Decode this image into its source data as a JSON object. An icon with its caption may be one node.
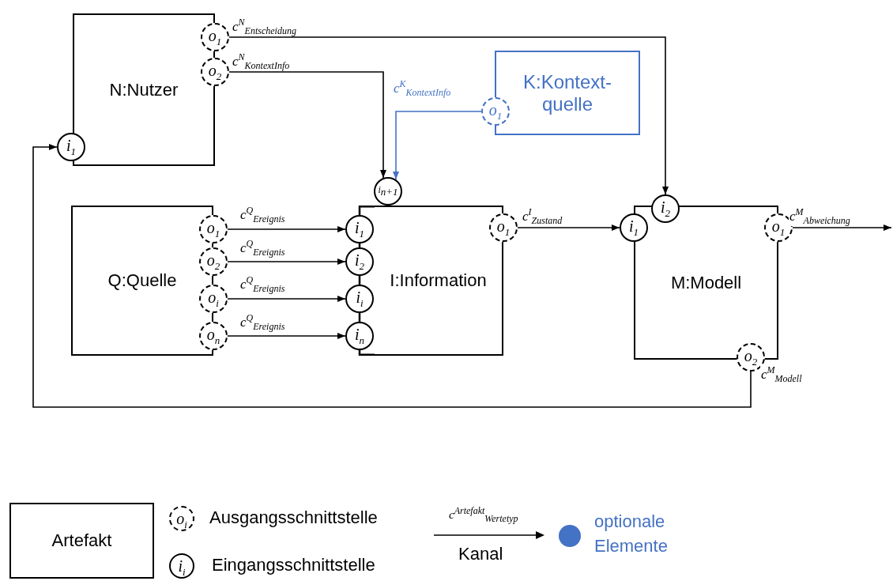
{
  "diagram": {
    "nodes": [
      {
        "text": [
          "N:Nutzer"
        ]
      },
      {
        "text": [
          "o$_{1}$"
        ]
      },
      {
        "text": [
          "o$_{2}$"
        ]
      },
      {
        "text": [
          "i$_{1}$"
        ]
      },
      {
        "text": [
          "K:Kontext-quelle"
        ]
      },
      {
        "text": [
          "o$_{1}$"
        ]
      },
      {
        "text": [
          "Q:Quelle"
        ]
      },
      {
        "text": [
          "o$_{1}$"
        ]
      },
      {
        "text": [
          "o$_{2}$"
        ]
      },
      {
        "text": [
          "o$_{i}$"
        ]
      },
      {
        "text": [
          "o$_{n}$"
        ]
      },
      {
        "text": [
          "I:Information"
        ]
      },
      {
        "text": [
          "i$_{n+1}$"
        ]
      },
      {
        "text": [
          "i$_{1}$"
        ]
      },
      {
        "text": [
          "i$_{2}$"
        ]
      },
      {
        "text": [
          "i$_{i}$"
        ]
      },
      {
        "text": [
          "i$_{n}$"
        ]
      },
      {
        "text": [
          "o$_{1}$"
        ]
      },
      {
        "text": [
          "M:Modell"
        ]
      },
      {
        "text": [
          "i$_{1}$"
        ]
      },
      {
        "text": [
          "i$_{2}$"
        ]
      },
      {
        "text": [
          "o$_{1}$"
        ]
      },
      {
        "text": [
          "o$_{2}$"
        ]
      },
      {
        "text": [
          "Artefakt"
        ]
      },
      {
        "text": [
          "o$_{i}$"
        ],
        "beside": [
          "Ausgangsschnittstelle"
        ]
      },
      {
        "text": [
          "i$_{i}$"
        ],
        "beside": [
          "Eingangsschnittstelle"
        ]
      }
    ],
    "edges": [
      {
        "from": 1,
        "to": 20,
        "arrow": "to",
        "label": "c$^{N}$$_{Entscheidung}$"
      },
      {
        "from": 2,
        "to": 12,
        "arrow": "to",
        "label": "c$^{N}$$_{KontextInfo}$"
      },
      {
        "from": 5,
        "to": 12,
        "arrow": "to",
        "label": "c$^{K}$$_{KontextInfo}$",
        "color": "#4472c4"
      },
      {
        "from": 7,
        "to": 13,
        "arrow": "to",
        "label": "c$^{Q}$$_{Ereignis}$"
      },
      {
        "from": 8,
        "to": 14,
        "arrow": "to",
        "label": "c$^{Q}$$_{Ereignis}$"
      },
      {
        "from": 9,
        "to": 15,
        "arrow": "to",
        "label": "c$^{Q}$$_{Ereignis}$"
      },
      {
        "from": 10,
        "to": 16,
        "arrow": "to",
        "label": "c$^{Q}$$_{Ereignis}$"
      },
      {
        "from": 17,
        "to": 19,
        "arrow": "to",
        "label": "c$^{I}$$_{Zustand}$"
      },
      {
        "from": 21,
        "to": null,
        "arrow": "to",
        "label": "c$^{M}$$_{Abweichung}$"
      },
      {
        "from": 22,
        "to": 3,
        "arrow": "to",
        "label": "c$^{M}$$_{Modell}$"
      }
    ],
    "labels": [
      "c$^{Artefakt}$$_{Wertetyp}$"
    ],
    "legend": [
      {
        "text": "Kanal"
      },
      {
        "text": "optionale Elemente",
        "color": "#4472c4"
      }
    ]
  }
}
